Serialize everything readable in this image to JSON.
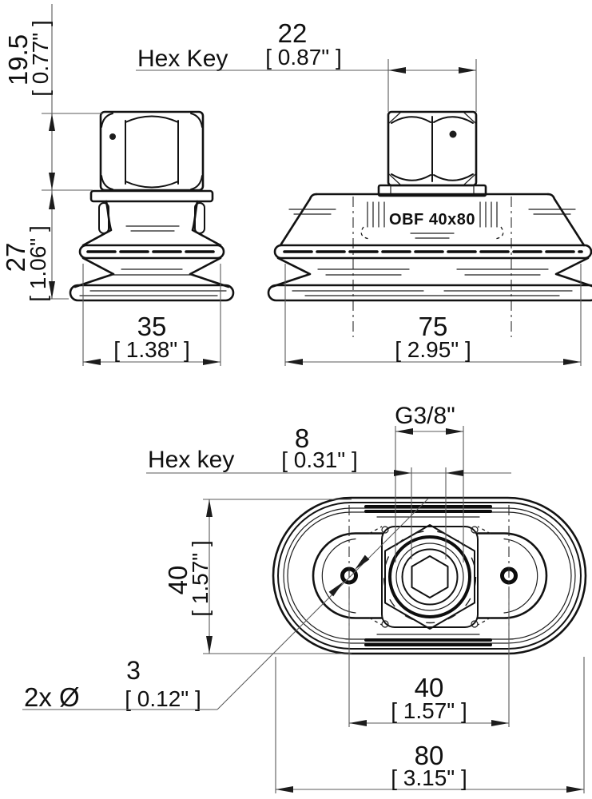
{
  "drawing": {
    "part_label": "OBF 40x80",
    "dims": {
      "nut_height_mm": "19.5",
      "nut_height_in": "[ 0.77\" ]",
      "hex_key_top_label": "Hex Key",
      "hex_key_top_mm": "22",
      "hex_key_top_in": "[ 0.87\" ]",
      "cup_height_mm": "27",
      "cup_height_in": "[ 1.06\" ]",
      "small_width_mm": "35",
      "small_width_in": "[ 1.38\" ]",
      "large_width_mm": "75",
      "large_width_in": "[ 2.95\" ]",
      "thread_label": "G3/8\"",
      "hex_key_bottom_label": "Hex key",
      "hex_key_bottom_mm": "8",
      "hex_key_bottom_in": "[ 0.31\" ]",
      "oval_height_mm": "40",
      "oval_height_in": "[ 1.57\" ]",
      "hole_pitch_mm": "40",
      "hole_pitch_in": "[ 1.57\" ]",
      "overall_width_mm": "80",
      "overall_width_in": "[ 3.15\" ]",
      "hole_dia_prefix": "2x Ø",
      "hole_dia_mm": "3",
      "hole_dia_in": "[ 0.12\" ]"
    }
  }
}
